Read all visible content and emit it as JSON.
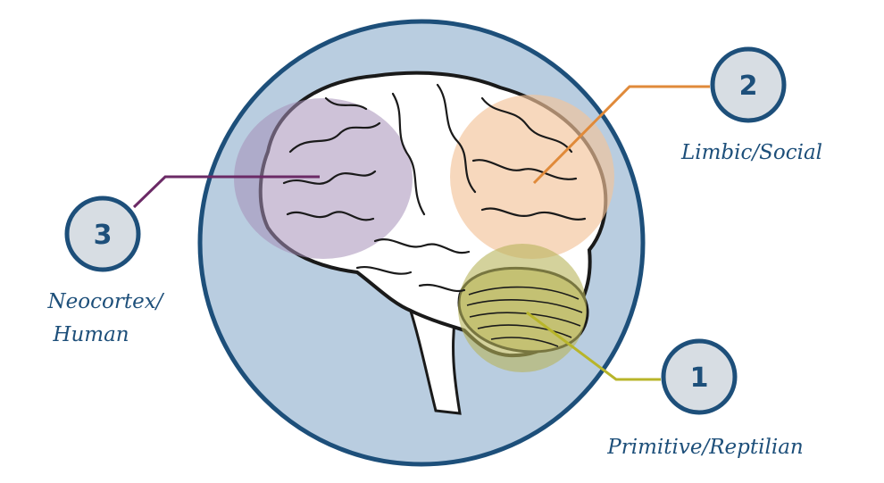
{
  "callouts": [
    {
      "number": "1",
      "label": "Primitive/Reptilian",
      "color": "#b8b52a"
    },
    {
      "number": "2",
      "label": "Limbic/Social",
      "color": "#e08a3a"
    },
    {
      "number": "3",
      "label": "Neocortex/",
      "label2": "Human",
      "color": "#6b2a66"
    }
  ],
  "colors": {
    "background_circle": "#b9cde0",
    "circle_stroke": "#1d4f7a",
    "neocortex_region": "#a58fb8",
    "limbic_region": "#f2c39a",
    "primitive_region": "#b7b45a"
  }
}
